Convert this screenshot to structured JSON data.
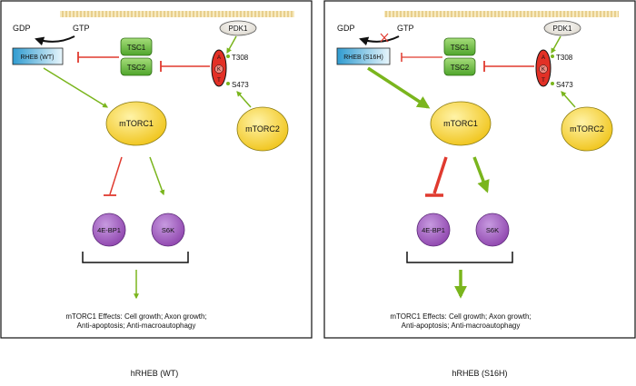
{
  "colors": {
    "green": "#7ab51d",
    "red": "#e03a2f",
    "green_box": "#6bbd3a",
    "yellow": "#f2d12b",
    "purple": "#9b59b6",
    "rheb_blue": "#3aa6d6",
    "membrane": "#f0dca0"
  },
  "panels": [
    {
      "caption": "hRHEB (WT)",
      "gdp": "GDP",
      "gtp": "GTP",
      "rheb": "RHEB (WT)",
      "tsc1": "TSC1",
      "tsc2": "TSC2",
      "pdk1": "PDK1",
      "akt_a": "A",
      "akt_k": "K",
      "akt_t": "T",
      "t308": "T308",
      "s473": "S473",
      "mtorc1": "mTORC1",
      "mtorc2": "mTORC2",
      "ebp1": "4E-BP1",
      "s6k": "S6K",
      "effects_line1": "mTORC1 Effects: Cell growth; Axon growth;",
      "effects_line2": "Anti-apoptosis; Anti-macroautophagy"
    },
    {
      "caption": "hRHEB (S16H)",
      "gdp": "GDP",
      "gtp": "GTP",
      "rheb": "RHEB (S16H)",
      "tsc1": "TSC1",
      "tsc2": "TSC2",
      "pdk1": "PDK1",
      "akt_a": "A",
      "akt_k": "K",
      "akt_t": "T",
      "t308": "T308",
      "s473": "S473",
      "mtorc1": "mTORC1",
      "mtorc2": "mTORC2",
      "ebp1": "4E-BP1",
      "s6k": "S6K",
      "effects_line1": "mTORC1 Effects: Cell growth; Axon growth;",
      "effects_line2": "Anti-apoptosis; Anti-macroautophagy"
    }
  ]
}
